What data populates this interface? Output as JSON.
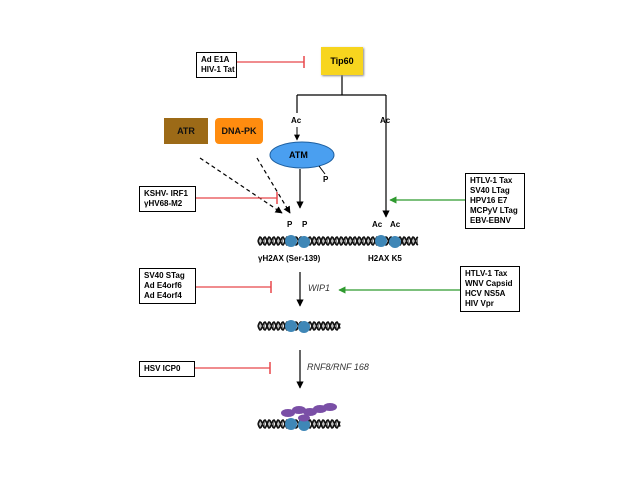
{
  "nodes": {
    "tip60": "Tip60",
    "atr": "ATR",
    "dnapk": "DNA-PK",
    "atm": "ATM"
  },
  "labels": {
    "ac_left": "Ac",
    "ac_right": "Ac",
    "p_atm": "P",
    "p_1": "P",
    "p_2": "P",
    "ac_h2ax_1": "Ac",
    "ac_h2ax_2": "Ac",
    "gamma_h2ax": "γH2AX (Ser-139)",
    "h2ax_k5": "H2AX K5",
    "wip1": "WIP1",
    "rnf": "RNF8/RNF 168"
  },
  "boxes": {
    "tip60_inhibitors": [
      "Ad E1A",
      "HIV-1 Tat"
    ],
    "atm_inhibitors": [
      "KSHV- IRF1",
      "γHV68-M2"
    ],
    "h2ax_activators": [
      "HTLV-1 Tax",
      "SV40 LTag",
      "HPV16 E7",
      "MCPyV LTag",
      "EBV-EBNV"
    ],
    "wip1_inhibitors": [
      "SV40 STag",
      "Ad E4orf6",
      "Ad E4orf4"
    ],
    "wip1_activators": [
      "HTLV-1 Tax",
      "WNV Capsid",
      "HCV NS5A",
      "HIV Vpr"
    ],
    "rnf_inhibitors": [
      "HSV ICP0"
    ]
  },
  "colors": {
    "inhibit": "#e8474a",
    "activate": "#2f9a2f",
    "nucleosome": "#3f87b7",
    "ubiquitin": "#7a4fa6",
    "atm": "#4a9ff0"
  }
}
